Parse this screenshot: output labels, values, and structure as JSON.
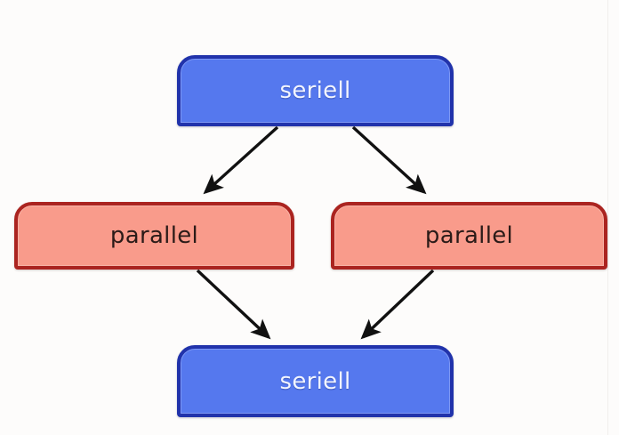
{
  "diagram": {
    "type": "flowchart",
    "background_color": "#fdfcfb",
    "nodes": [
      {
        "id": "serial-top",
        "label": "seriell",
        "role": "serial",
        "fill_color": "#5578ee",
        "border_color": "#2133ab",
        "text_color": "#f2f5ff"
      },
      {
        "id": "parallel-left",
        "label": "parallel",
        "role": "parallel",
        "fill_color": "#f99b8b",
        "border_color": "#ab2420",
        "text_color": "#2b1b18"
      },
      {
        "id": "parallel-right",
        "label": "parallel",
        "role": "parallel",
        "fill_color": "#f99b8b",
        "border_color": "#ab2420",
        "text_color": "#2b1b18"
      },
      {
        "id": "serial-bottom",
        "label": "seriell",
        "role": "serial",
        "fill_color": "#5578ee",
        "border_color": "#2133ab",
        "text_color": "#f2f5ff"
      }
    ],
    "edges": [
      {
        "id": "edge-top-to-left",
        "from": "serial-top",
        "to": "parallel-left",
        "arrowhead": "solid-triangle",
        "color": "#111111"
      },
      {
        "id": "edge-top-to-right",
        "from": "serial-top",
        "to": "parallel-right",
        "arrowhead": "solid-triangle",
        "color": "#111111"
      },
      {
        "id": "edge-left-to-bottom",
        "from": "parallel-left",
        "to": "serial-bottom",
        "arrowhead": "solid-triangle",
        "color": "#111111"
      },
      {
        "id": "edge-right-to-bottom",
        "from": "parallel-right",
        "to": "serial-bottom",
        "arrowhead": "solid-triangle",
        "color": "#111111"
      }
    ]
  }
}
